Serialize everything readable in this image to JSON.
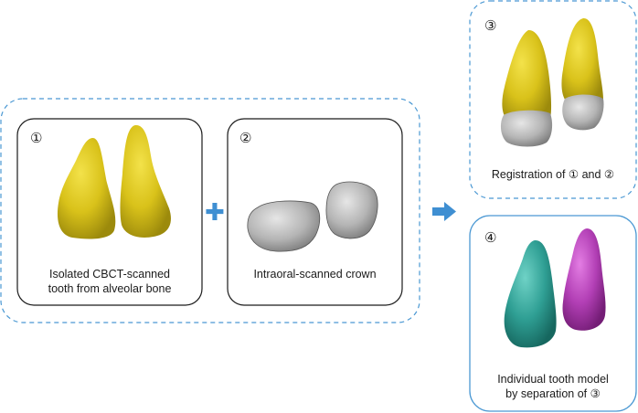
{
  "panels": {
    "p1": {
      "marker": "①",
      "caption_line1": "Isolated CBCT-scanned",
      "caption_line2": "tooth from alveolar bone"
    },
    "p2": {
      "marker": "②",
      "caption": "Intraoral-scanned crown"
    },
    "p3": {
      "marker": "③",
      "caption": "Registration of ① and ②"
    },
    "p4": {
      "marker": "④",
      "caption_line1": "Individual tooth model",
      "caption_line2": "by separation of ③"
    }
  },
  "operators": {
    "plus": "✚"
  },
  "colors": {
    "group_border": "#4a98d3",
    "arrow": "#3f8fd2",
    "tooth_yellow": "#dcc61a",
    "crown_gray": "#9c9c9c",
    "tooth_teal": "#2c9f95",
    "tooth_magenta": "#b23fb5"
  }
}
